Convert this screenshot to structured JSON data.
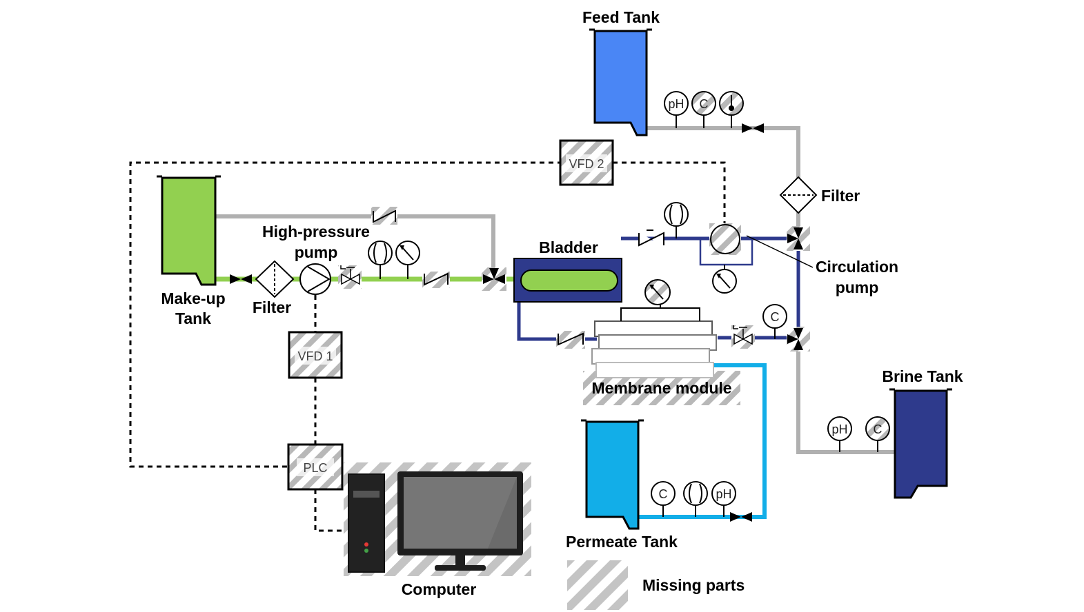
{
  "labels": {
    "feed_tank": "Feed Tank",
    "makeup_tank_line1": "Make-up",
    "makeup_tank_line2": "Tank",
    "filter_left": "Filter",
    "filter_right": "Filter",
    "hp_pump_line1": "High-pressure",
    "hp_pump_line2": "pump",
    "bladder": "Bladder",
    "circ_pump_line1": "Circulation",
    "circ_pump_line2": "pump",
    "membrane_module": "Membrane module",
    "brine_tank": "Brine Tank",
    "permeate_tank": "Permeate Tank",
    "computer": "Computer",
    "legend_missing": "Missing parts"
  },
  "boxes": {
    "vfd1": "VFD 1",
    "vfd2": "VFD 2",
    "plc": "PLC"
  },
  "instruments": {
    "ph": "pH",
    "conductivity": "C"
  },
  "colors": {
    "makeup_line": "#92d050",
    "makeup_tank": "#92d050",
    "feed_tank": "#4a86f5",
    "brine_tank": "#2e3a8c",
    "high_pressure_line": "#2e3a8c",
    "permeate_line": "#12aee8",
    "permeate_tank": "#12aee8",
    "return_line": "#b0b0b0",
    "missing_hatch": "#b8b8b8",
    "signal_line": "#000000"
  }
}
